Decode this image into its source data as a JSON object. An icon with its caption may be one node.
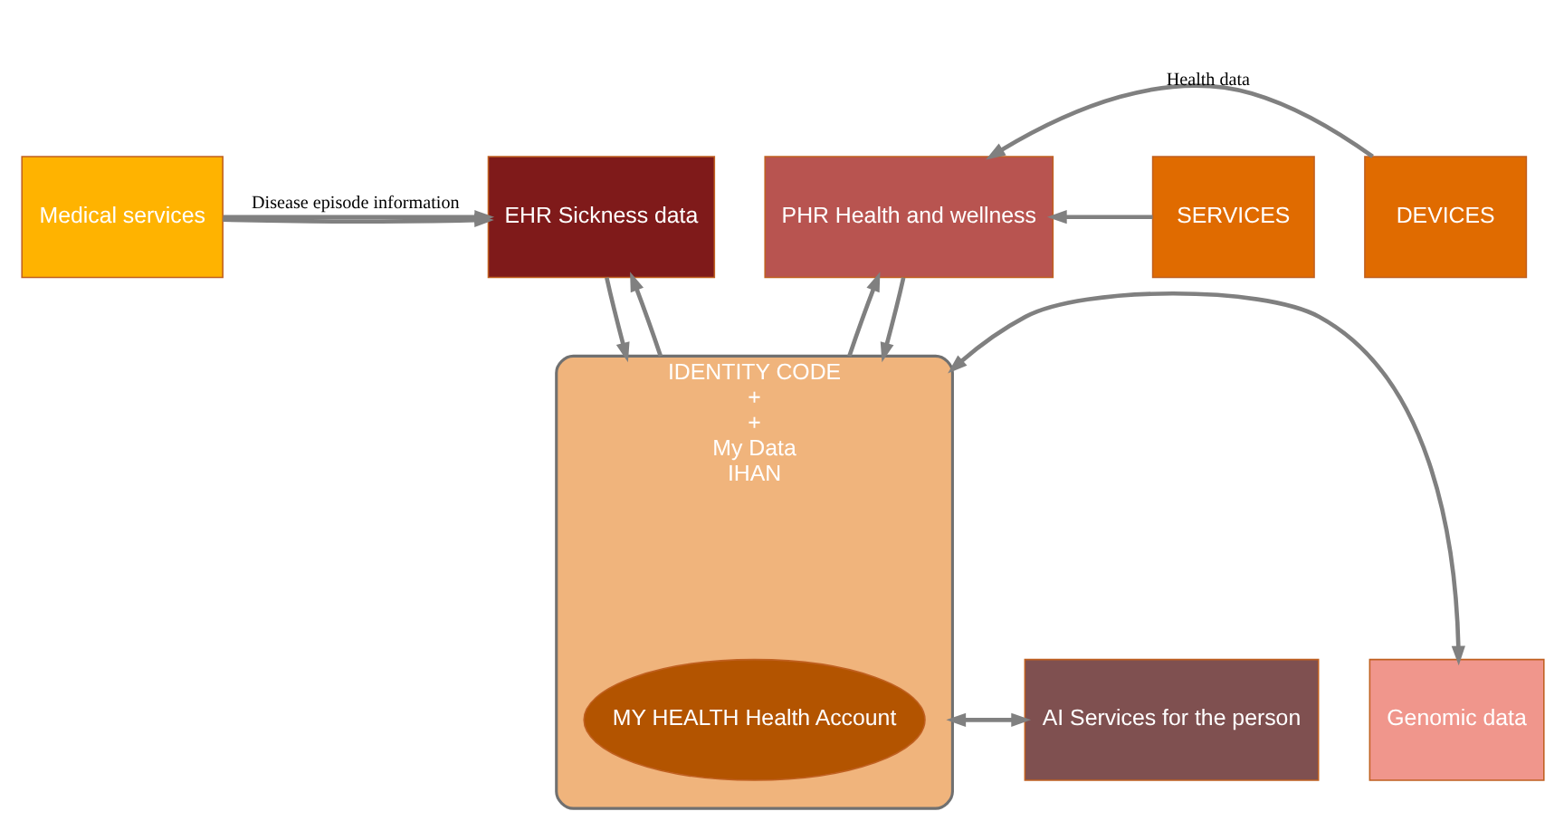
{
  "diagram": {
    "nodes": [
      {
        "text": [
          "Medical services"
        ]
      },
      {
        "text": [
          "EHR Sickness data"
        ]
      },
      {
        "text": [
          "PHR Health and wellness"
        ]
      },
      {
        "text": [
          "DEVICES"
        ]
      },
      {
        "text": [
          "SERVICES"
        ]
      },
      {
        "text": [
          "IDENTITY CODE",
          "+",
          "+",
          "My Data",
          "IHAN"
        ]
      },
      {
        "text": [
          "MY HEALTH Health Account"
        ],
        "in": 5
      },
      {
        "text": [
          "AI Services for the person"
        ]
      },
      {
        "text": [
          "Genomic data"
        ]
      }
    ],
    "edges": [
      {
        "from": 0,
        "to": 1,
        "arrow": "to",
        "label": "Disease episode information"
      },
      {
        "from": 0,
        "to": 1,
        "arrow": "to"
      },
      {
        "from": 3,
        "to": 2,
        "arrow": "to",
        "label": "Health data"
      },
      {
        "from": 4,
        "to": 2,
        "arrow": "to"
      },
      {
        "from": 1,
        "to": 5,
        "arrow": "to"
      },
      {
        "from": 5,
        "to": 1,
        "arrow": "to"
      },
      {
        "from": 5,
        "to": 2,
        "arrow": "to"
      },
      {
        "from": 2,
        "to": 5,
        "arrow": "to"
      },
      {
        "from": 7,
        "to": 5,
        "arrow": "both"
      },
      {
        "from": 5,
        "to": 8,
        "arrow": "both"
      }
    ]
  }
}
